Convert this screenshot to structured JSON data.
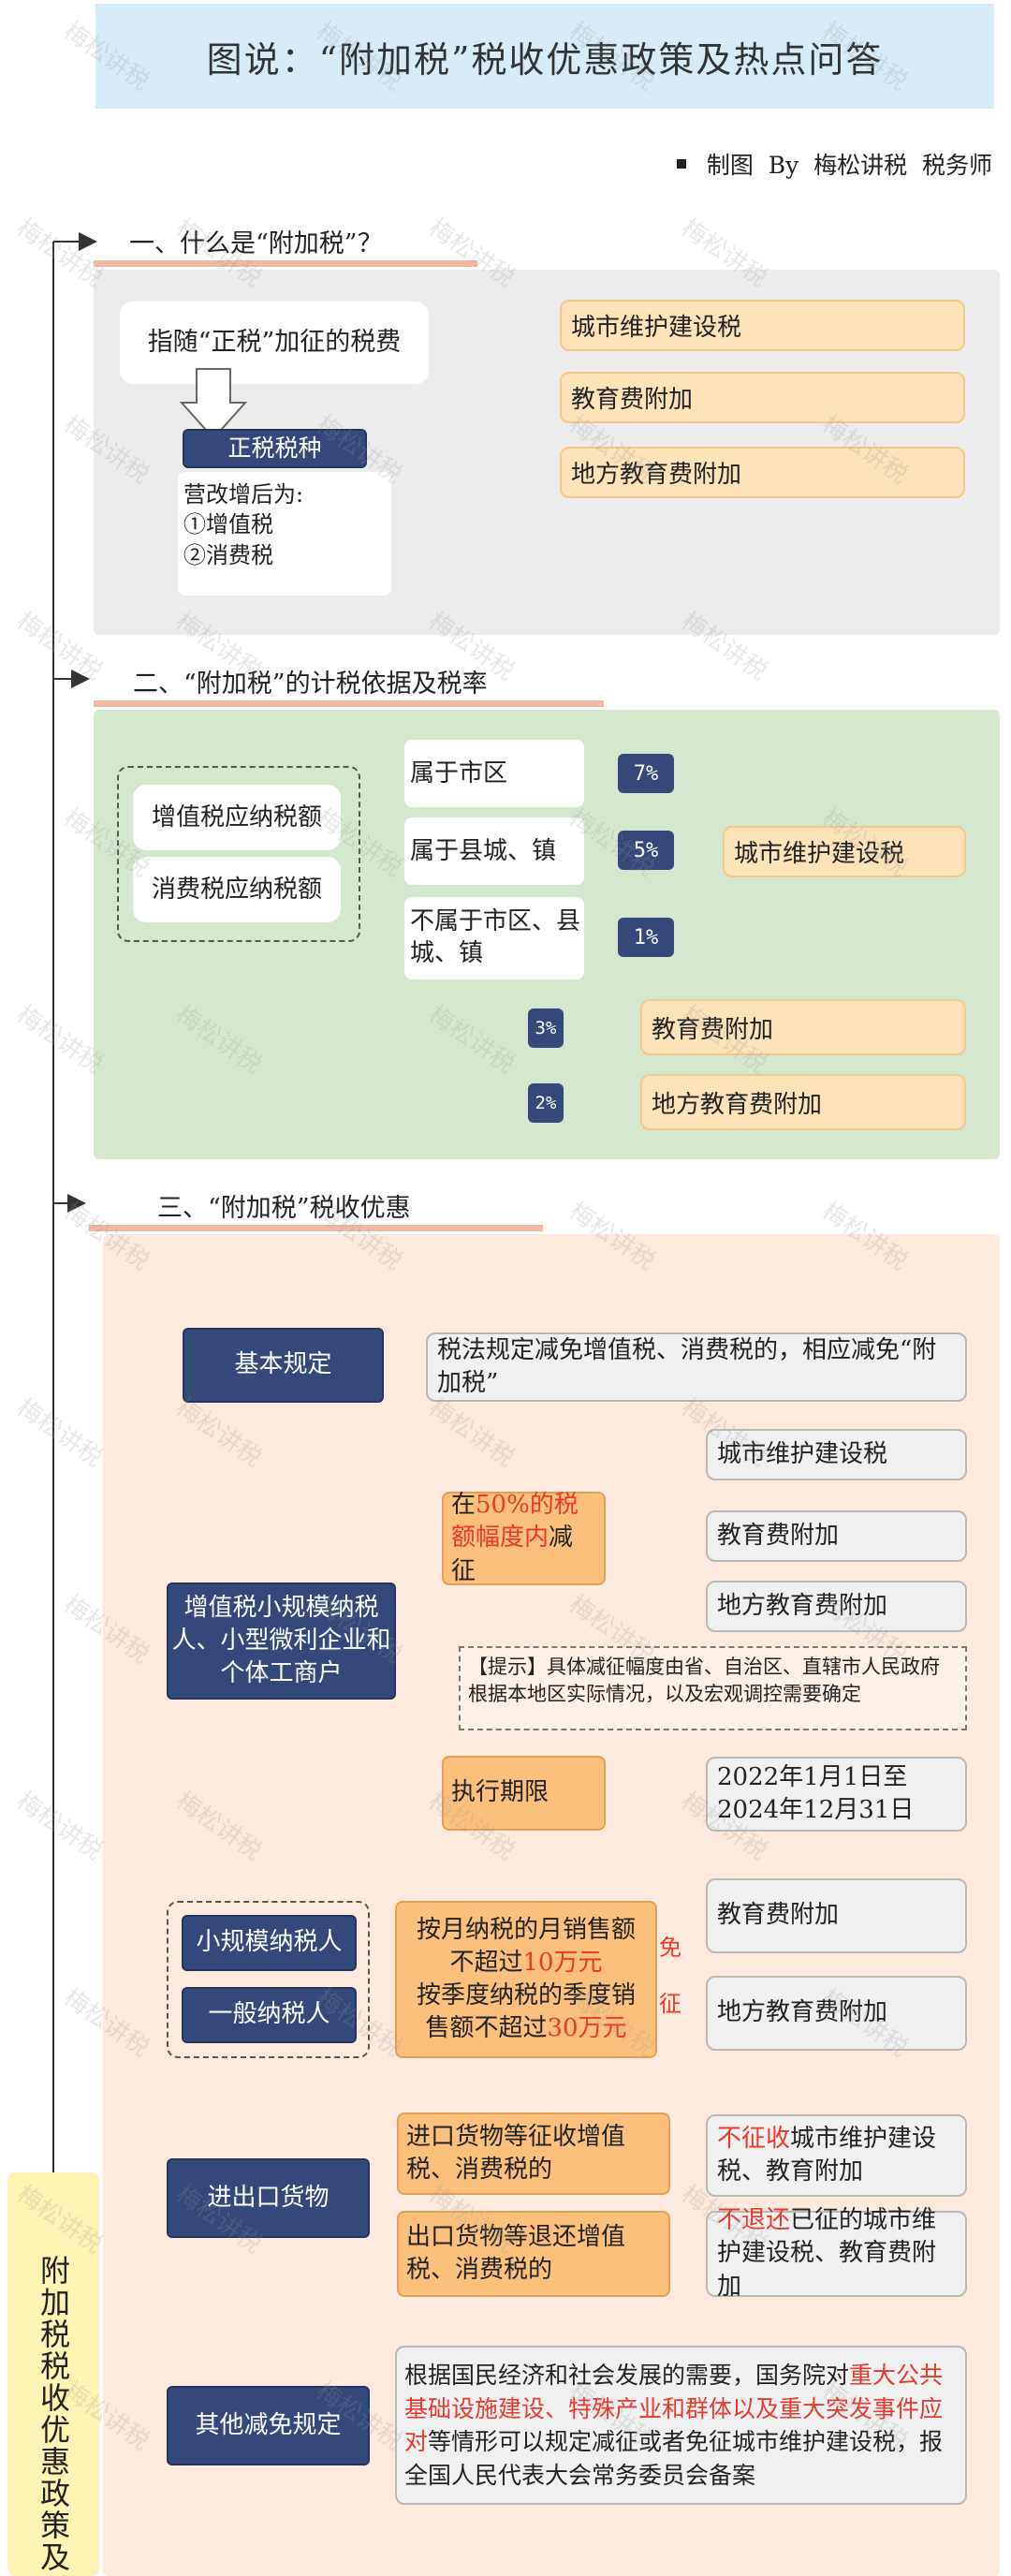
{
  "header": {
    "title": "图说：“附加税”税收优惠政策及热点问答",
    "author": "制图  By  梅松讲税  税务师"
  },
  "side_tab": {
    "label": "附加税税收优惠政策及"
  },
  "watermark": "梅松讲税",
  "section1": {
    "heading": "一、什么是“附加税”？",
    "definition": "指随“正税”加征的税费",
    "main_tax_label": "正税税种",
    "main_tax_note": [
      "营改增后为:",
      "①增值税",
      "②消费税"
    ],
    "items": [
      "城市维护建设税",
      "教育费附加",
      "地方教育费附加"
    ]
  },
  "section2": {
    "heading": "二、“附加税”的计税依据及税率",
    "bases": [
      "增值税应纳税额",
      "消费税应纳税额"
    ],
    "locations": [
      "属于市区",
      "属于县城、镇",
      "不属于市区、县城、镇"
    ],
    "urban_rates": [
      "7%",
      "5%",
      "1%"
    ],
    "urban_tax": "城市维护建设税",
    "edu_rate": "3%",
    "edu_tax": "教育费附加",
    "local_rate": "2%",
    "local_tax": "地方教育费附加"
  },
  "section3": {
    "heading": "三、“附加税”税收优惠",
    "basic": {
      "label": "基本规定",
      "desc": "税法规定减免增值税、消费税的，相应减免“附加税”"
    },
    "small": {
      "label": "增值税小规模纳税人、小型微利企业和个体工商户",
      "halve_pre": "在",
      "halve_red": "50%的税额幅度内",
      "halve_post": "减征",
      "items": [
        "城市维护建设税",
        "教育费附加",
        "地方教育费附加"
      ],
      "tip": "【提示】具体减征幅度由省、自治区、直辖市人民政府根据本地区实际情况，以及宏观调控需要确定",
      "period_label": "执行期限",
      "period_value": "2022年1月1日至2024年12月31日"
    },
    "exempt": {
      "payers": [
        "小规模纳税人",
        "一般纳税人"
      ],
      "cond_line1": "按月纳税的月销售额",
      "cond_line2_pre": "不超过",
      "cond_line2_red": "10万元",
      "cond_line3": "按季度纳税的季度销",
      "cond_line4_pre": "售额不超过",
      "cond_line4_red": "30万元",
      "exempt_chars": [
        "免",
        "征"
      ],
      "items": [
        "教育费附加",
        "地方教育费附加"
      ]
    },
    "import_export": {
      "label": "进出口货物",
      "import_desc": "进口货物等征收增值税、消费税的",
      "import_red": "不征收",
      "import_result": "城市维护建设税、教育附加",
      "export_desc": "出口货物等退还增值税、消费税的",
      "export_red": "不退还",
      "export_result": "已征的城市维护建设税、教育费附加"
    },
    "other": {
      "label": "其他减免规定",
      "text_pre": "根据国民经济和社会发展的需要，国务院对",
      "text_red": "重大公共基础设施建设、特殊产业和群体以及重大突发事件应对",
      "text_post": "等情形可以规定减征或者免征城市维护建设税，报全国人民代表大会常务委员会备案"
    }
  },
  "colors": {
    "title_bg": "#d7ecf6",
    "panel1_bg": "#ececec",
    "panel2_bg": "#d5e8cf",
    "panel3_bg": "#fde9dd",
    "accent_red": "#e8392c",
    "navy": "#34497a",
    "orange_item": "#fde2ba",
    "side_tab": "#fdf3b4"
  }
}
